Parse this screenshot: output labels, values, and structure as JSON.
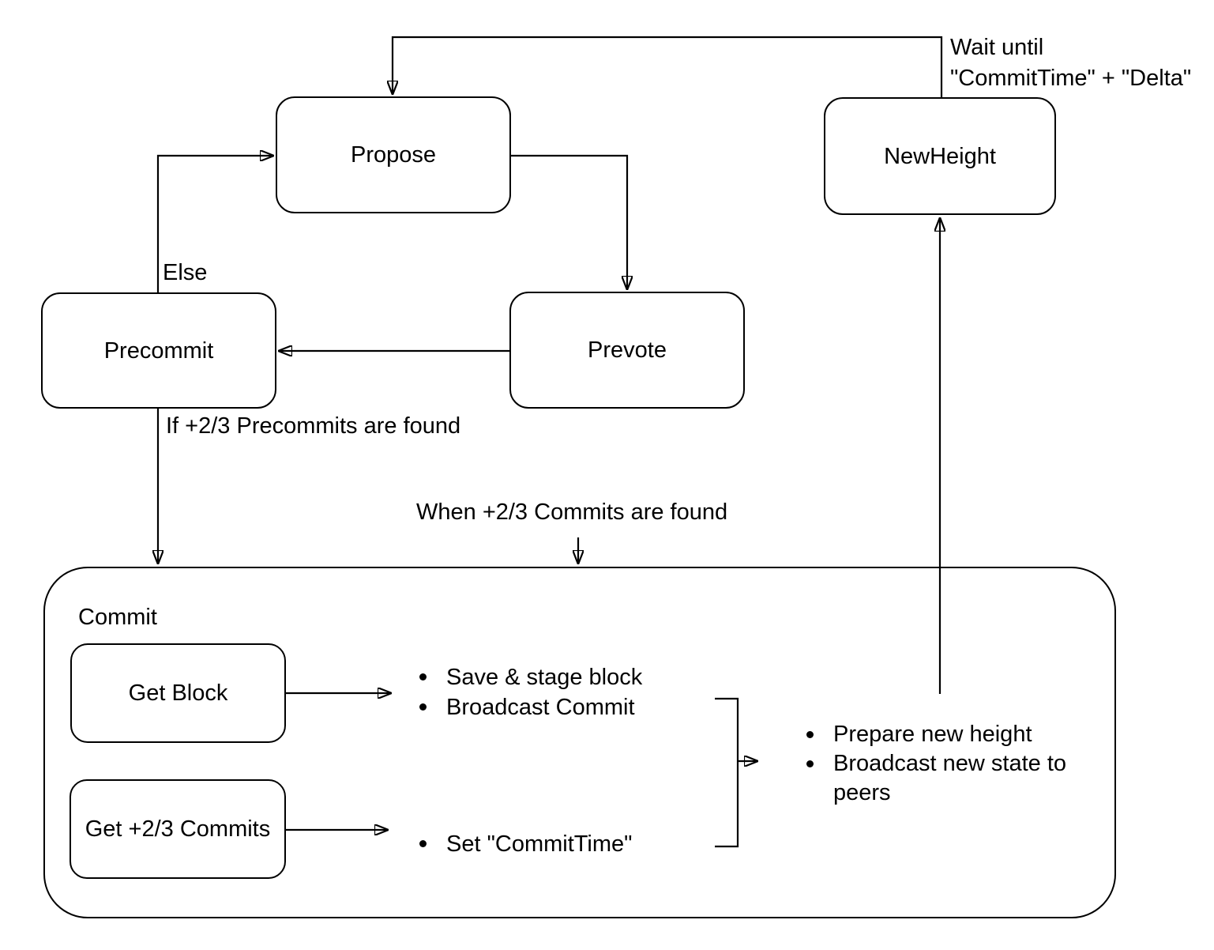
{
  "diagram": {
    "background": "#ffffff",
    "line_color": "#000000",
    "text_color": "#000000",
    "nodes": {
      "propose": "Propose",
      "newheight": "NewHeight",
      "precommit": "Precommit",
      "prevote": "Prevote",
      "commit_group": "Commit",
      "get_block": "Get Block",
      "get_commits": "Get +2/3 Commits"
    },
    "edge_labels": {
      "wait_line1": "Wait until",
      "wait_line2": "\"CommitTime\" + \"Delta\"",
      "else_label": "Else",
      "if_precommits": "If +2/3 Precommits are found",
      "when_commits": "When +2/3 Commits are found"
    },
    "bullets": {
      "after_get_block": [
        "Save & stage block",
        "Broadcast Commit"
      ],
      "after_get_commits": [
        "Set \"CommitTime\""
      ],
      "after_join": [
        "Prepare new height",
        "Broadcast new state to peers"
      ]
    }
  }
}
